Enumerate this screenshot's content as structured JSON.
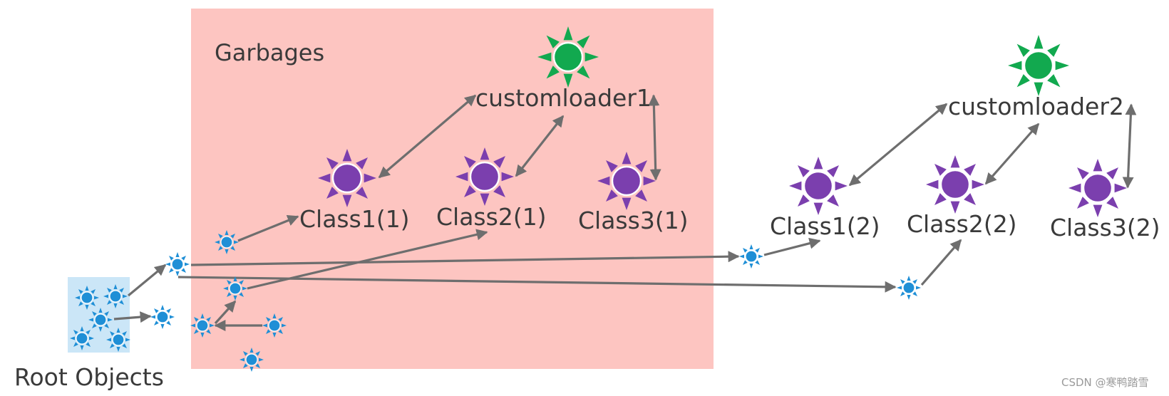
{
  "labels": {
    "garbages": "Garbages",
    "root_objects": "Root Objects",
    "watermark": "CSDN @寒鸭踏雪"
  },
  "loaders": [
    {
      "id": "loader1",
      "label": "customloader1"
    },
    {
      "id": "loader2",
      "label": "customloader2"
    }
  ],
  "classes": [
    {
      "id": "c11",
      "label": "Class1(1)",
      "loader": "loader1"
    },
    {
      "id": "c21",
      "label": "Class2(1)",
      "loader": "loader1"
    },
    {
      "id": "c31",
      "label": "Class3(1)",
      "loader": "loader1"
    },
    {
      "id": "c12",
      "label": "Class1(2)",
      "loader": "loader2"
    },
    {
      "id": "c22",
      "label": "Class2(2)",
      "loader": "loader2"
    },
    {
      "id": "c32",
      "label": "Class3(2)",
      "loader": "loader2"
    }
  ],
  "colors": {
    "garbage_region": "#fdc5c1",
    "root_region": "#cbe6f7",
    "loader_sun": "#12a94f",
    "class_sun": "#7b3fae",
    "object_sun": "#1f8fd6",
    "arrow": "#6e6e6e",
    "text": "#3a3a3a"
  },
  "icons": {
    "loader": "green-sun-icon",
    "class": "purple-sun-icon",
    "object": "blue-sun-icon"
  }
}
